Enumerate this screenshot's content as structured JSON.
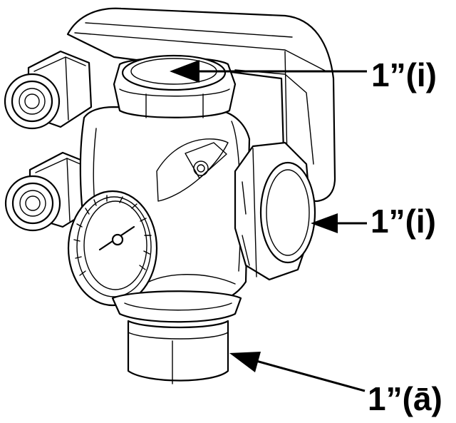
{
  "callouts": {
    "top_port": "1”(i)",
    "side_port": "1”(i)",
    "bottom_port": "1”(ā)"
  },
  "colors": {
    "line": "#000000",
    "background": "#ffffff"
  },
  "icons": [
    "pressure-gauge-icon",
    "cable-gland-icon",
    "hex-fitting-icon",
    "arrow-left-icon"
  ]
}
